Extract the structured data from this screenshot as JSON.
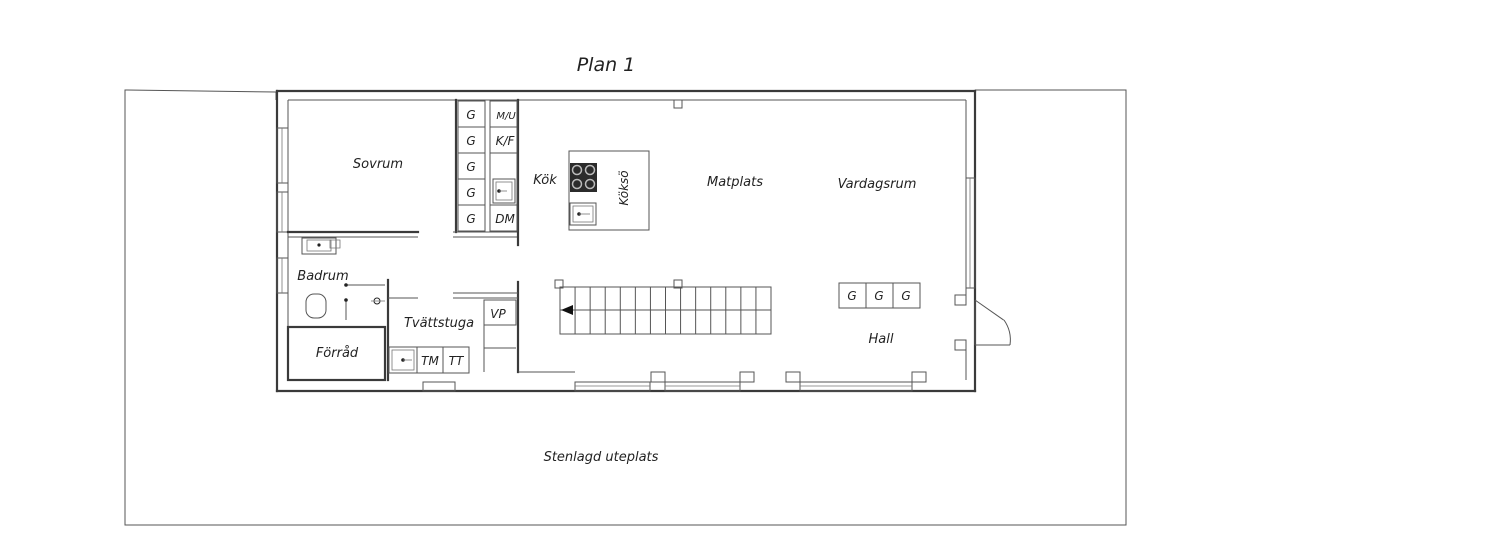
{
  "title": "Plan 1",
  "rooms": {
    "sovrum": "Sovrum",
    "badrum": "Badrum",
    "forrad": "Förråd",
    "tvattstuga": "Tvättstuga",
    "kok": "Kök",
    "koksö": "Köksö",
    "matplats": "Matplats",
    "vardagsrum": "Vardagsrum",
    "hall": "Hall",
    "uteplats": "Stenlagd uteplats"
  },
  "fixtures": {
    "g": "G",
    "mu": "M/U",
    "kf": "K/F",
    "dm": "DM",
    "vp": "VP",
    "tm": "TM",
    "tt": "TT"
  }
}
